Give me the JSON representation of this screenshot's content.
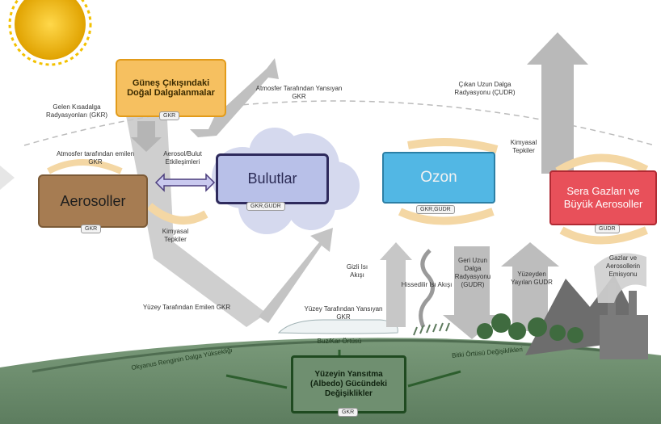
{
  "colors": {
    "sky": "#ffffff",
    "ground": "#6f8f70",
    "sun": "#f5c400",
    "arrow_gray": "#bdbdbd",
    "orange_box": "#f6c060",
    "brown_box": "#a67c52",
    "cloud_box": "#b8c0e8",
    "ozone_box": "#52b7e4",
    "red_box": "#e8505a",
    "green_box": "#2d5e2e"
  },
  "boxes": {
    "sun_variation": "Güneş Çıkışındaki Doğal Dalgalanmalar",
    "aerosols": "Aerosoller",
    "clouds": "Bulutlar",
    "ozone": "Ozon",
    "greenhouse": "Sera Gazları ve Büyük Aerosoller",
    "albedo": "Yüzeyin Yansıtma (Albedo) Gücündeki Değişiklikler"
  },
  "tags": {
    "sun": "GKR",
    "aerosols": "GKR",
    "clouds": "GKR,GUDR",
    "ozone": "GKR,GUDR",
    "greenhouse": "GUDR",
    "albedo": "GKR"
  },
  "labels": {
    "incoming_sw": "Gelen Kısadalga Radyasyonları (GKR)",
    "atm_reflected": "Atmosfer Tarafından Yansıyan GKR",
    "outgoing_lw": "Çıkan Uzun Dalga Radyasyonu (ÇUDR)",
    "atm_emitted": "Atmosfer tarafından emilen GKR",
    "aerosol_cloud": "Aerosol/Bulut Etkileşimleri",
    "chem_reactions_right": "Kimyasal Tepkiler",
    "chem_reactions_left": "Kimyasal Tepkiler",
    "heat_flux": "Gizli Isı Akışı",
    "sensible_heat": "Hissedilir Isı Akışı",
    "back_lw": "Geri Uzun Dalga Radyasyonu (GUDR)",
    "surface_lw": "Yüzeyden Yayılan GUDR",
    "gas_emission": "Gazlar ve Aerosollerin Emisyonu",
    "surface_absorbed": "Yüzey Tarafından Emilen GKR",
    "surface_reflected": "Yüzey Tarafından Yansıyan GKR",
    "ice_cover": "Buz/Kar Örtüsü",
    "vegetation": "Bitki Örtüsü Değişiklikleri",
    "ocean_wave": "Okyanus Renginin Dalga Yüksekliği"
  }
}
